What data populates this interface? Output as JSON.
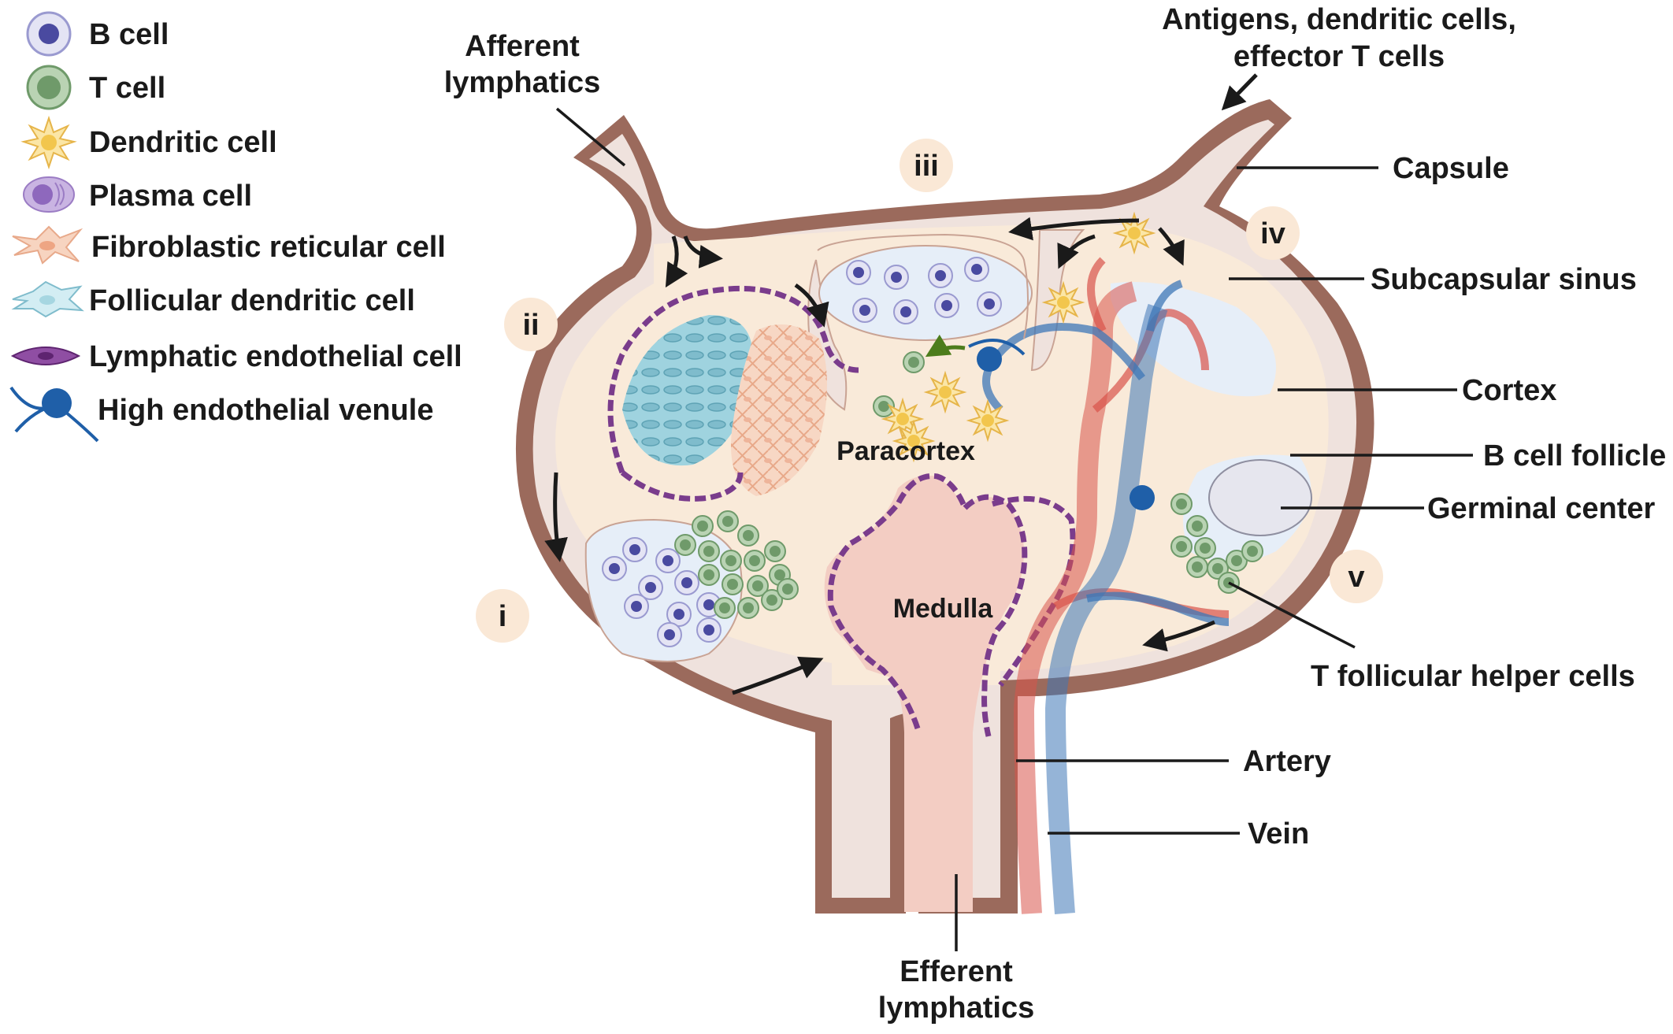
{
  "legend": {
    "items": [
      {
        "label": "B cell",
        "icon": "b-cell-icon"
      },
      {
        "label": "T cell",
        "icon": "t-cell-icon"
      },
      {
        "label": "Dendritic cell",
        "icon": "dendritic-cell-icon"
      },
      {
        "label": "Plasma cell",
        "icon": "plasma-cell-icon"
      },
      {
        "label": "Fibroblastic reticular cell",
        "icon": "fibroblastic-reticular-cell-icon"
      },
      {
        "label": "Follicular dendritic cell",
        "icon": "follicular-dendritic-cell-icon"
      },
      {
        "label": "Lymphatic endothelial cell",
        "icon": "lymphatic-endothelial-cell-icon"
      },
      {
        "label": "High endothelial venule",
        "icon": "high-endothelial-venule-icon"
      }
    ]
  },
  "labels": {
    "afferent_line1": "Afferent",
    "afferent_line2": "lymphatics",
    "antigens_line1": "Antigens, dendritic cells,",
    "antigens_line2": "effector T cells",
    "capsule": "Capsule",
    "subcapsular_sinus": "Subcapsular sinus",
    "cortex": "Cortex",
    "b_cell_follicle": "B cell follicle",
    "germinal_center": "Germinal center",
    "tfh_cells": "T follicular helper cells",
    "artery": "Artery",
    "vein": "Vein",
    "efferent_line1": "Efferent",
    "efferent_line2": "lymphatics",
    "paracortex": "Paracortex",
    "medulla": "Medulla"
  },
  "numerals": {
    "i": "i",
    "ii": "ii",
    "iii": "iii",
    "iv": "iv",
    "v": "v"
  },
  "colors": {
    "capsule": "#9b6a5c",
    "sinus": "#efe2dd",
    "cortex": "#f9ead9",
    "follicle": "#e6eef8",
    "medulla": "#f3cdc3",
    "b_cell": "#4a4aa0",
    "t_cell": "#6f9a6a",
    "dendritic": "#f5d777",
    "lymphatic_endothelial": "#7a3c8c",
    "artery": "#d9534a",
    "vein": "#3e77b7",
    "numeral_circle": "#fae8d6"
  }
}
